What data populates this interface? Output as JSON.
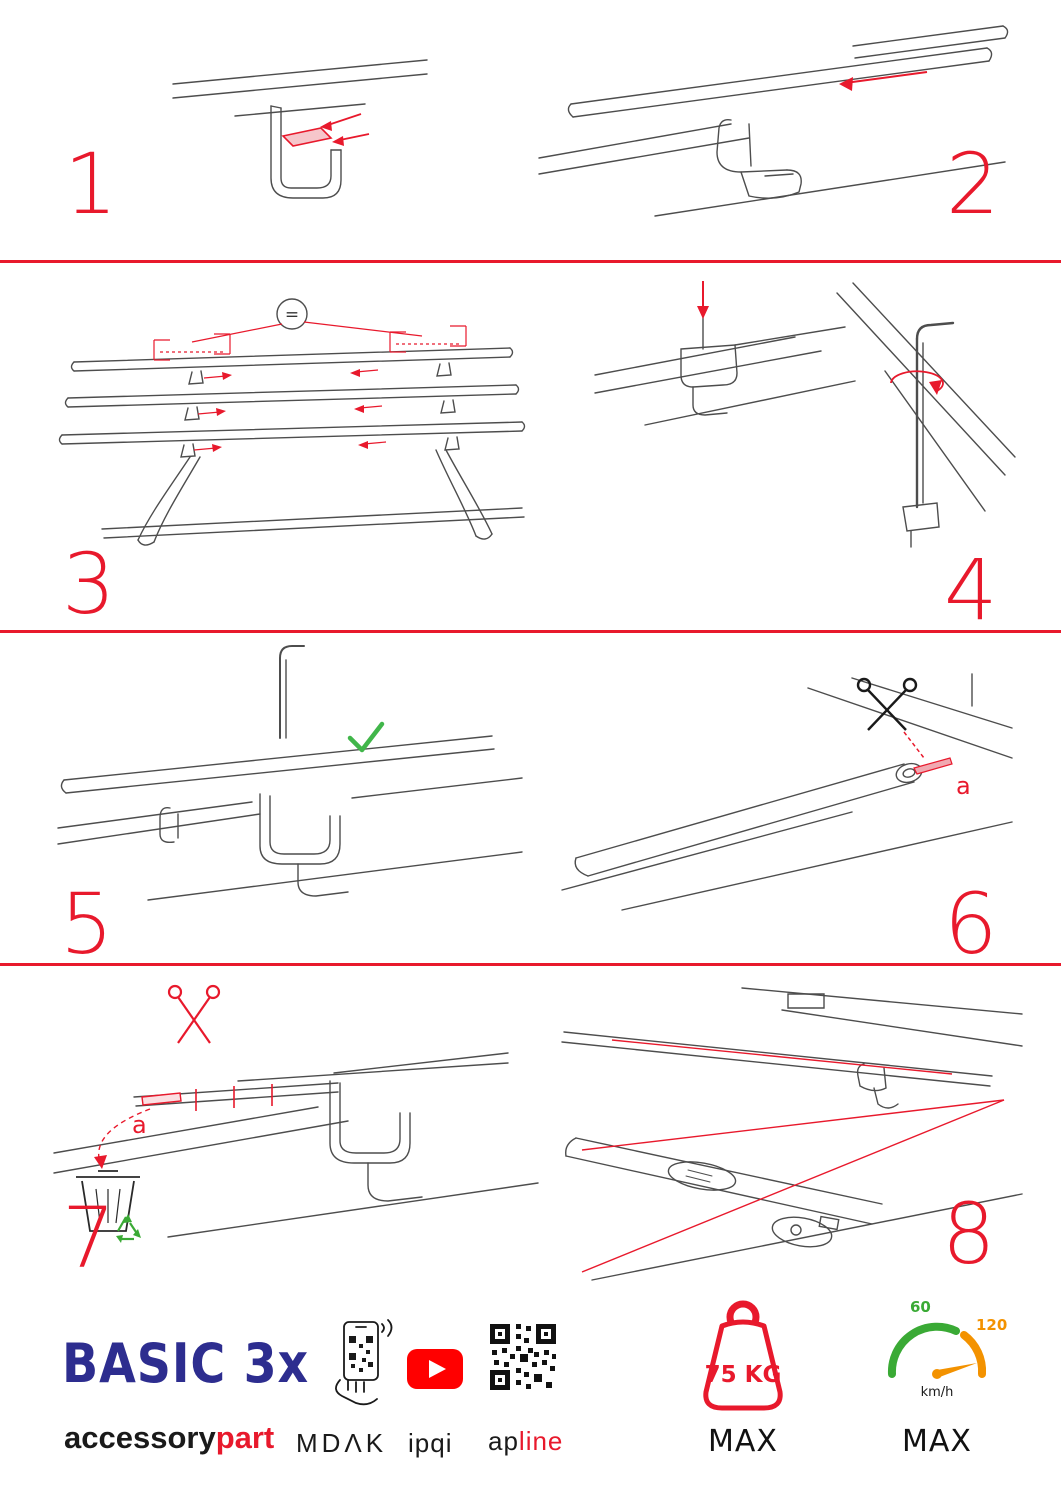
{
  "colors": {
    "accent": "#e8192c",
    "brand_blue": "#2d2d8f",
    "check_green": "#3aaa35",
    "gauge_orange": "#f39200",
    "youtube_red": "#ff0000"
  },
  "steps": [
    {
      "num": "1"
    },
    {
      "num": "2"
    },
    {
      "num": "3"
    },
    {
      "num": "4"
    },
    {
      "num": "5"
    },
    {
      "num": "6"
    },
    {
      "num": "7"
    },
    {
      "num": "8"
    }
  ],
  "step3": {
    "equals": "="
  },
  "step6": {
    "label_a": "a"
  },
  "step7": {
    "label_a": "a"
  },
  "footer": {
    "brand": "BASIC 3x",
    "sub_black": "accessory",
    "sub_red": "part",
    "mdak": "MDΛK",
    "ipqi": "ipqi",
    "ap_black": "ap",
    "ap_red": "line",
    "weight": "75 KG",
    "weight_max": "MAX",
    "speed_low": "60",
    "speed_high": "120",
    "speed_unit": "km/h",
    "speed_max": "MAX"
  }
}
